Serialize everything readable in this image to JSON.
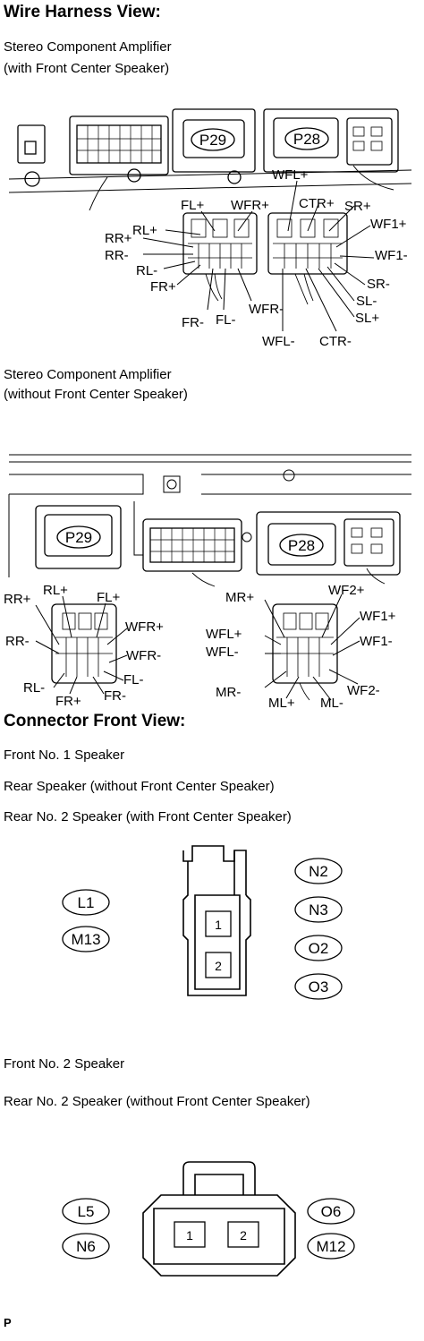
{
  "wire_harness": {
    "heading": "Wire Harness View:",
    "amp1": {
      "title_line1": "Stereo Component Amplifier",
      "title_line2": "(with Front Center Speaker)",
      "ids": [
        "P29",
        "P28"
      ],
      "left_labels": [
        "RL+",
        "FL+",
        "WFR+",
        "RR+",
        "RR-",
        "RL-",
        "FR+",
        "FR-",
        "FL-",
        "WFR-"
      ],
      "right_labels": [
        "WFL+",
        "CTR+",
        "SR+",
        "WF1+",
        "WF1-",
        "SR-",
        "SL-",
        "SL+",
        "CTR-",
        "WFL-"
      ]
    },
    "amp2": {
      "title_line1": "Stereo Component Amplifier",
      "title_line2": "(without Front Center Speaker)",
      "ids": [
        "P29",
        "P28"
      ],
      "left_labels": [
        "RR+",
        "RL+",
        "FL+",
        "WFR+",
        "RR-",
        "WFR-",
        "FL-",
        "RL-",
        "FR+",
        "FR-"
      ],
      "right_labels": [
        "MR+",
        "WF2+",
        "WF1+",
        "WFL+",
        "WFL-",
        "WF1-",
        "MR-",
        "ML+",
        "ML-",
        "WF2-"
      ]
    }
  },
  "connector_front": {
    "heading": "Connector Front View:",
    "group1": {
      "lines": [
        "Front No. 1 Speaker",
        "Rear Speaker (without Front Center Speaker)",
        "Rear No. 2 Speaker (with Front Center Speaker)"
      ],
      "left_ids": [
        "L1",
        "M13"
      ],
      "right_ids": [
        "N2",
        "N3",
        "O2",
        "O3"
      ],
      "pins": [
        "1",
        "2"
      ]
    },
    "group2": {
      "lines": [
        "Front No. 2 Speaker",
        "Rear No. 2 Speaker (without Front Center Speaker)"
      ],
      "left_ids": [
        "L5",
        "N6"
      ],
      "right_ids": [
        "O6",
        "M12"
      ],
      "pins": [
        "1",
        "2"
      ]
    }
  },
  "page_letter": "P"
}
